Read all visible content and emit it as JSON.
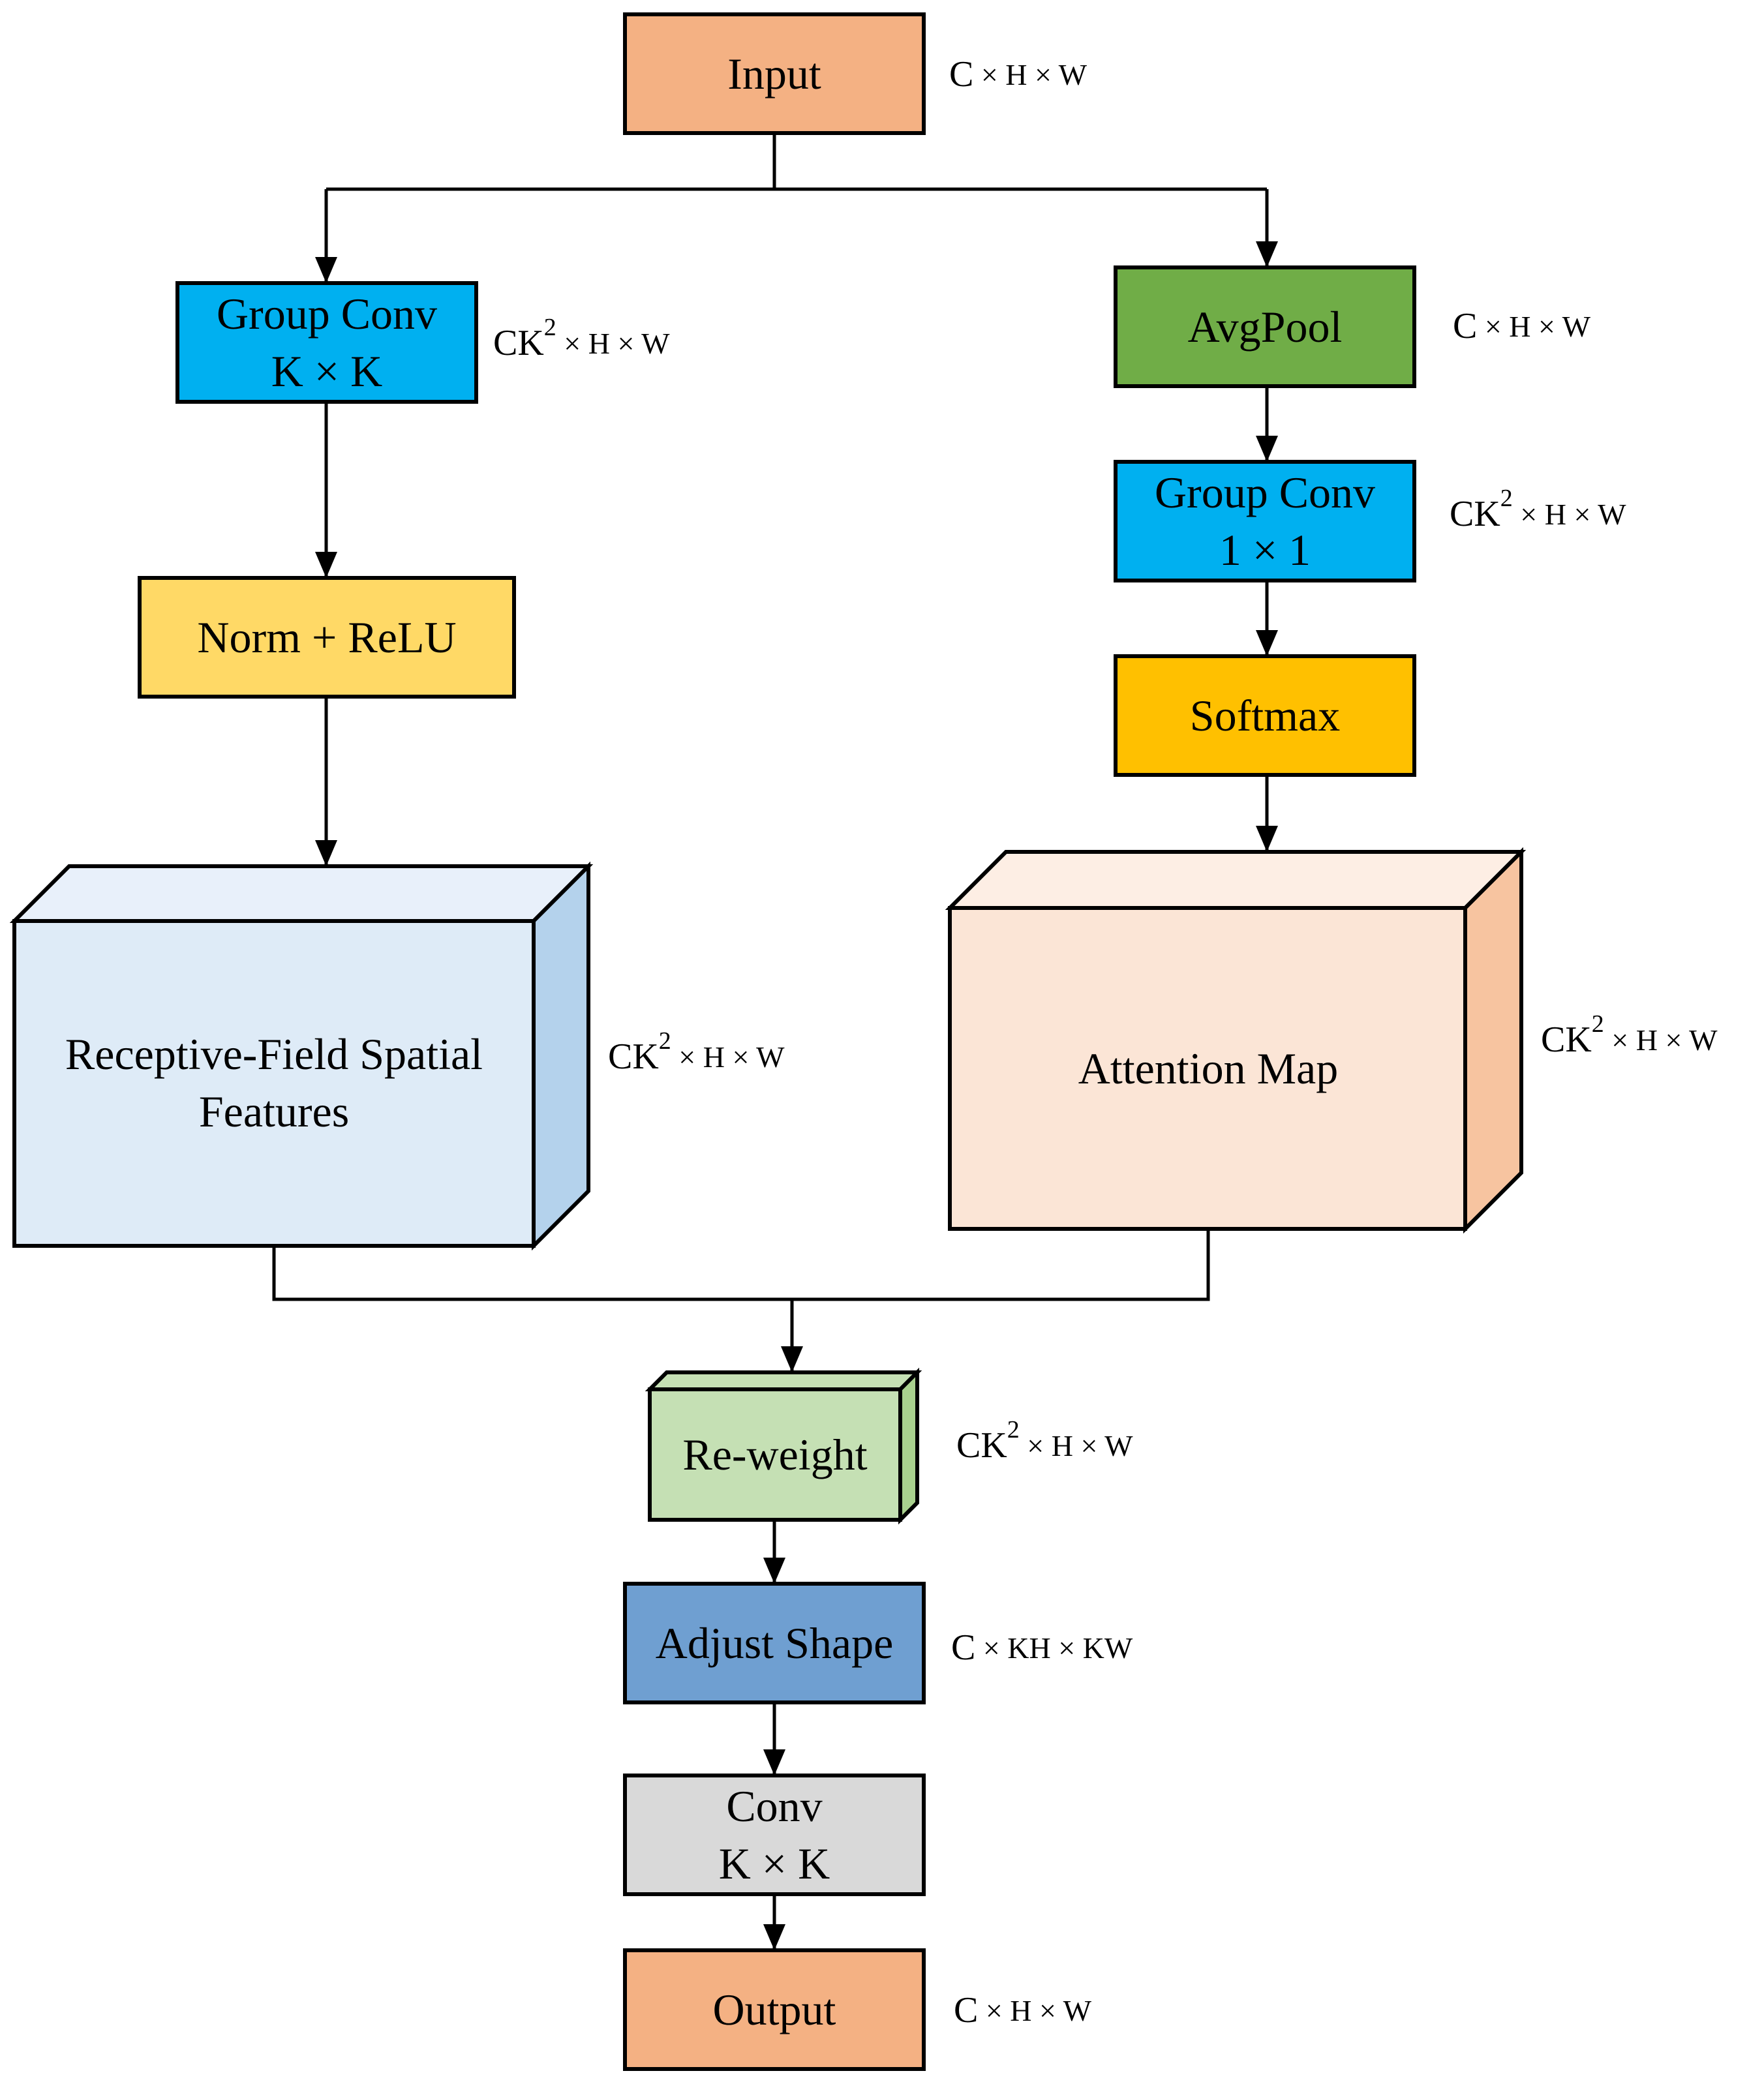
{
  "colors": {
    "io": "#F4B183",
    "group_conv": "#00B0F0",
    "norm": "#FFD966",
    "avgpool": "#70AD47",
    "softmax": "#FFC000",
    "rf_front": "#DEEBF7",
    "rf_top": "#E8F0FA",
    "rf_side": "#B4D2EC",
    "att_front": "#FBE5D6",
    "att_top": "#FDEEE4",
    "att_side": "#F7C4A0",
    "reweight_front": "#C5E0B4",
    "reweight_side": "#A9D18E",
    "adjust": "#6F9FD1",
    "conv": "#D9D9D9"
  },
  "nodes": {
    "input": {
      "label": [
        "Input"
      ]
    },
    "group_conv_k": {
      "label": [
        "Group Conv",
        "K × K"
      ]
    },
    "norm_relu": {
      "label": [
        "Norm + ReLU"
      ]
    },
    "rf_features": {
      "label": [
        "Receptive-Field Spatial",
        "Features"
      ]
    },
    "avgpool": {
      "label": [
        "AvgPool"
      ]
    },
    "group_conv_1": {
      "label": [
        "Group Conv",
        "1 × 1"
      ]
    },
    "softmax": {
      "label": [
        "Softmax"
      ]
    },
    "attention_map": {
      "label": [
        "Attention Map"
      ]
    },
    "reweight": {
      "label": [
        "Re-weight"
      ]
    },
    "adjust_shape": {
      "label": [
        "Adjust Shape"
      ]
    },
    "conv_k": {
      "label": [
        "Conv",
        "K × K"
      ]
    },
    "output": {
      "label": [
        "Output"
      ]
    }
  },
  "dims": {
    "input": {
      "main": "C",
      "rest": " × H × W",
      "sup": ""
    },
    "group_conv_k": {
      "main": "CK",
      "sup": "2",
      "rest": " × H × W"
    },
    "rf_features": {
      "main": "CK",
      "sup": "2",
      "rest": " × H × W"
    },
    "avgpool": {
      "main": "C",
      "rest": " × H × W",
      "sup": ""
    },
    "group_conv_1": {
      "main": "CK",
      "sup": "2",
      "rest": " × H × W"
    },
    "attention_map": {
      "main": "CK",
      "sup": "2",
      "rest": " × H × W"
    },
    "reweight": {
      "main": "CK",
      "sup": "2",
      "rest": " × H × W"
    },
    "adjust_shape": {
      "main": "C",
      "rest": " × KH × KW",
      "sup": ""
    },
    "output": {
      "main": "C",
      "rest": " × H × W",
      "sup": ""
    }
  }
}
